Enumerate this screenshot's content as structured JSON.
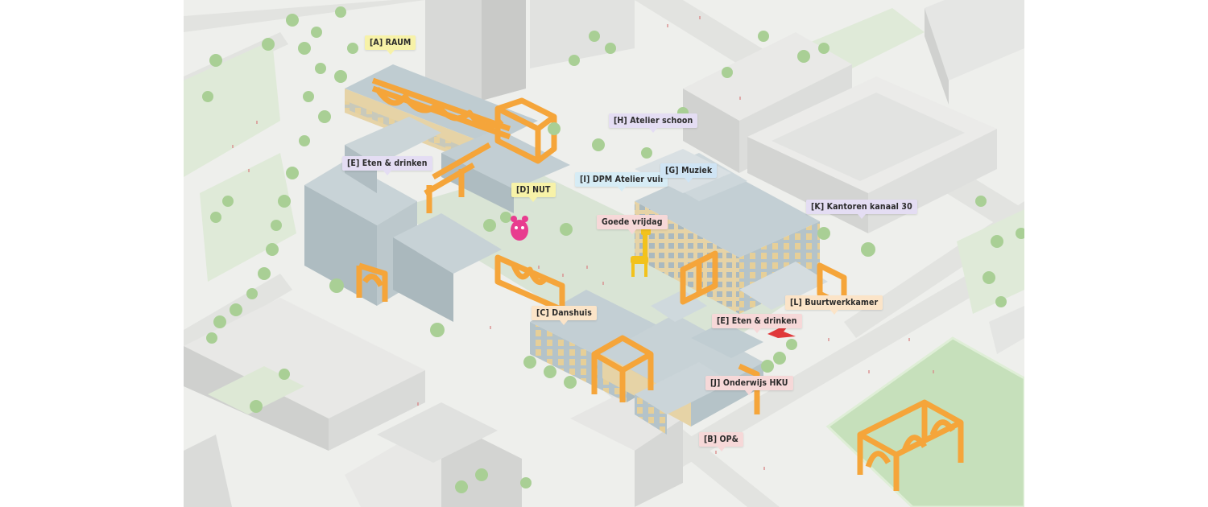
{
  "map": {
    "labels": [
      {
        "id": "A",
        "text": "[A] RAUM",
        "color": "#f7f2a8"
      },
      {
        "id": "E1",
        "text": "[E] Eten & drinken",
        "color": "#e4ddf3"
      },
      {
        "id": "D",
        "text": "[D] NUT",
        "color": "#f7f2a8"
      },
      {
        "id": "H",
        "text": "[H] Atelier schoon",
        "color": "#e4ddf3"
      },
      {
        "id": "I",
        "text": "[I] DPM Atelier vuil",
        "color": "#d6ecf5"
      },
      {
        "id": "G",
        "text": "[G] Muziek",
        "color": "#cfe4f4"
      },
      {
        "id": "K",
        "text": "[K] Kantoren kanaal 30",
        "color": "#e4ddf3"
      },
      {
        "id": "GV",
        "text": "Goede vrijdag",
        "color": "#f6d8d8"
      },
      {
        "id": "C",
        "text": "[C] Danshuis",
        "color": "#fbe4c8"
      },
      {
        "id": "E2",
        "text": "[E] Eten & drinken",
        "color": "#f6d8d8"
      },
      {
        "id": "L",
        "text": "[L] Buurtwerkkamer",
        "color": "#fbe4c8"
      },
      {
        "id": "J",
        "text": "[J] Onderwijs HKU",
        "color": "#f6d8d8"
      },
      {
        "id": "B",
        "text": "[B] OP&",
        "color": "#f6d8d8"
      }
    ],
    "colors": {
      "ground": "#eeefec",
      "road": "#e3e4e1",
      "park": "#dde9d6",
      "court": "#c7e0bd",
      "building_roof": "#e8e8e6",
      "building_side": "#d5d6d4",
      "building_dark": "#c6c7c5",
      "campus_roof": "#b9c7cc",
      "campus_side": "#a8b7bd",
      "sand": "#e8d5a8",
      "orange": "#f5a53a",
      "orange_dark": "#d9882a",
      "tree": "#a9cf95",
      "tree_dark": "#8cb877",
      "pink_mascot": "#e83c8f",
      "yellow_giraffe": "#f2c21c",
      "red_bird": "#e0383a"
    }
  }
}
